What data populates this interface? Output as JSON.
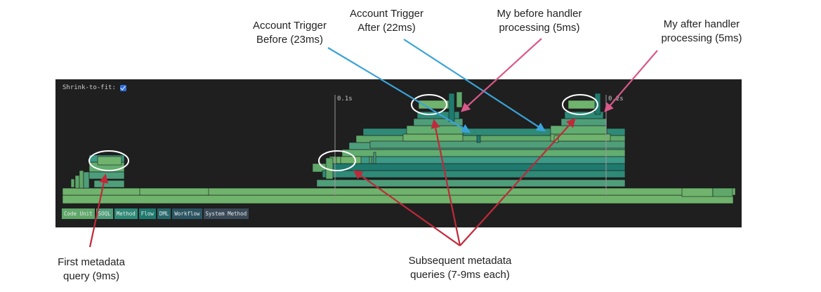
{
  "annotations": {
    "trigger_before": "Account Trigger\nBefore (23ms)",
    "trigger_after": "Account Trigger\nAfter (22ms)",
    "before_handler": "My before handler\nprocessing (5ms)",
    "after_handler": "My after handler\nprocessing (5ms)",
    "first_query": "First metadata\nquery (9ms)",
    "subsequent_queries": "Subsequent metadata\nqueries (7-9ms each)"
  },
  "panel": {
    "shrink_label": "Shrink-to-fit:",
    "shrink_checked": true,
    "scale_labels": [
      "0.1s",
      "0.2s"
    ]
  },
  "legend": [
    {
      "label": "Code Unit",
      "color": "#5fa86a"
    },
    {
      "label": "SOQL",
      "color": "#4f9e7a"
    },
    {
      "label": "Method",
      "color": "#2e8a76"
    },
    {
      "label": "Flow",
      "color": "#1f7a6e"
    },
    {
      "label": "DML",
      "color": "#27686a"
    },
    {
      "label": "Workflow",
      "color": "#2b5562"
    },
    {
      "label": "System Method",
      "color": "#3a4a58"
    }
  ],
  "colors": {
    "blue_arrow": "#3aa3d8",
    "pink_arrow": "#d8598a",
    "red_arrow": "#c0293a",
    "panel_bg": "#1f1f1f"
  }
}
